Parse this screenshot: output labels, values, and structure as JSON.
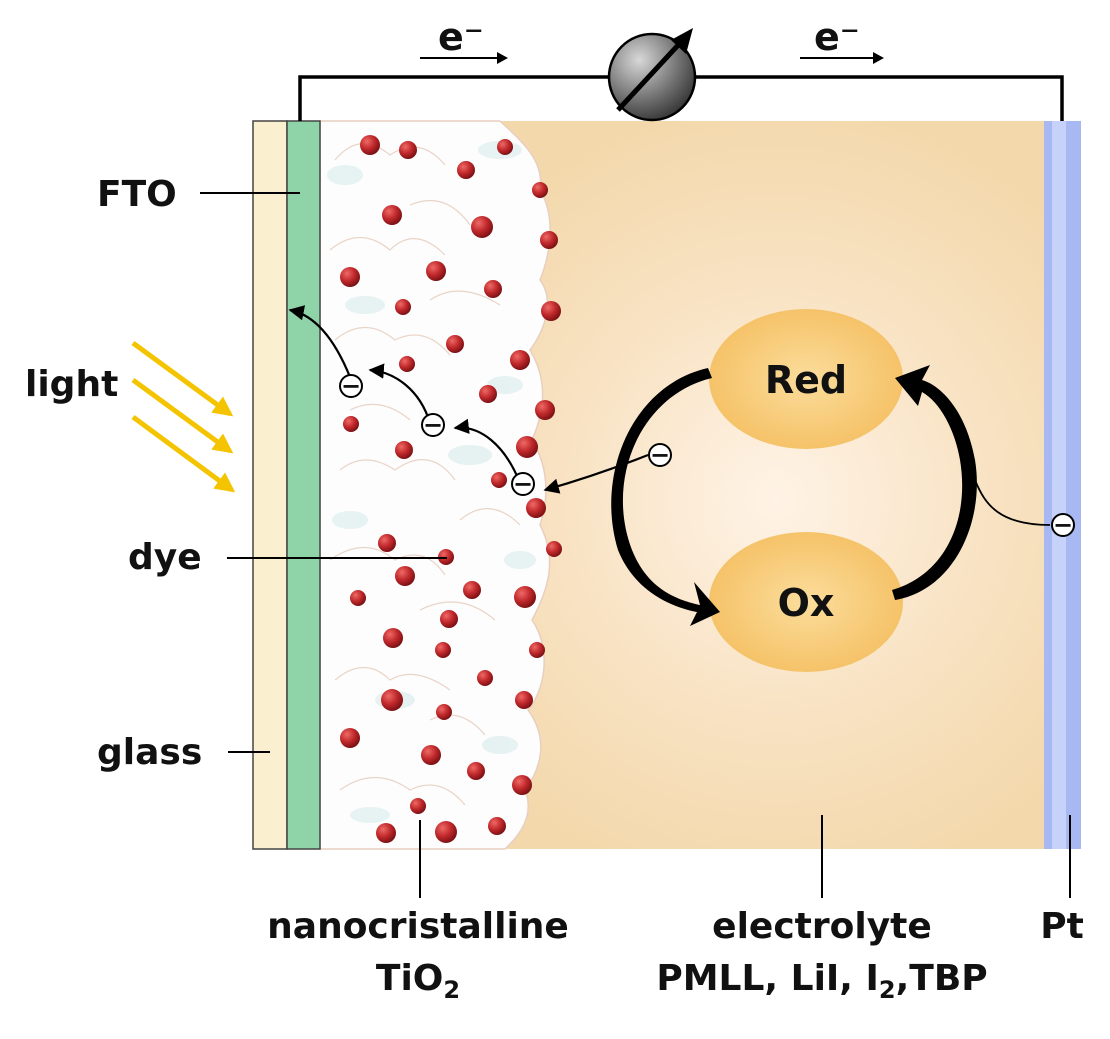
{
  "labels": {
    "fto": "FTO",
    "light": "light",
    "dye": "dye",
    "glass": "glass",
    "tio2_line1": "nanocristalline",
    "tio2_base": "TiO",
    "tio2_sub": "2",
    "electrolyte_line1": "electrolyte",
    "electrolyte_part1": "PMLL, LiI, I",
    "electrolyte_sub": "2",
    "electrolyte_part2": ",TBP",
    "pt": "Pt",
    "red": "Red",
    "ox": "Ox",
    "electron_left": "e⁻",
    "electron_right": "e⁻",
    "electron_charge": "−"
  },
  "icons": {
    "meter": "ammeter-icon",
    "electron": "electron-minus-icon",
    "light": "light-arrow-icon"
  },
  "colors": {
    "glass": "#faefcf",
    "fto": "#8fd3a8",
    "electrolyte": "#f3d8ab",
    "electrolyte_glow": "#fff3e6",
    "pt": "#a7b8f2",
    "dye": "#c0282b",
    "redox": "#f7c46a",
    "light": "#f5c400",
    "wire": "#000000"
  }
}
